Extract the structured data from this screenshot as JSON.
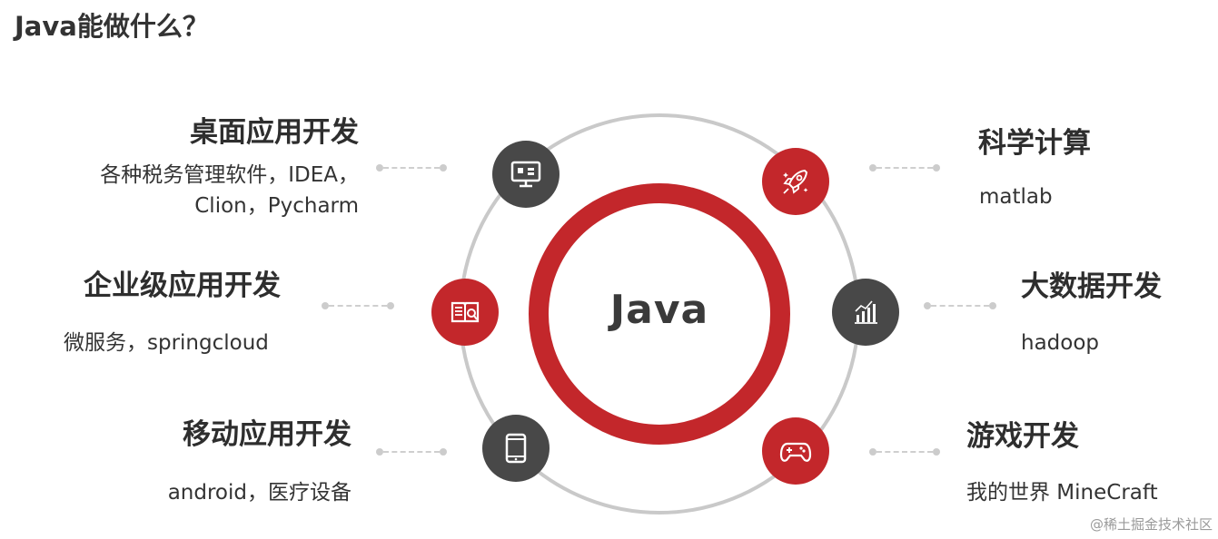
{
  "page_title": "Java能做什么？",
  "center_label": "Java",
  "categories": [
    {
      "title": "桌面应用开发",
      "desc_line1": "各种税务管理软件，IDEA，",
      "desc_line2": "Clion，Pycharm",
      "icon": "desktop-monitor-icon",
      "color": "#484848"
    },
    {
      "title": "企业级应用开发",
      "desc_line1": "微服务，springcloud",
      "icon": "document-search-icon",
      "color": "#c3272b"
    },
    {
      "title": "移动应用开发",
      "desc_line1": "android，医疗设备",
      "icon": "tablet-icon",
      "color": "#484848"
    },
    {
      "title": "科学计算",
      "desc_line1": "matlab",
      "icon": "rocket-icon",
      "color": "#c3272b"
    },
    {
      "title": "大数据开发",
      "desc_line1": "hadoop",
      "icon": "bar-chart-icon",
      "color": "#484848"
    },
    {
      "title": "游戏开发",
      "desc_line1": "我的世界 MineCraft",
      "icon": "gamepad-icon",
      "color": "#c3272b"
    }
  ],
  "watermark": "@稀土掘金技术社区",
  "colors": {
    "accent_red": "#c3272b",
    "dark_gray": "#484848",
    "ring_gray": "#c9c9c9"
  }
}
